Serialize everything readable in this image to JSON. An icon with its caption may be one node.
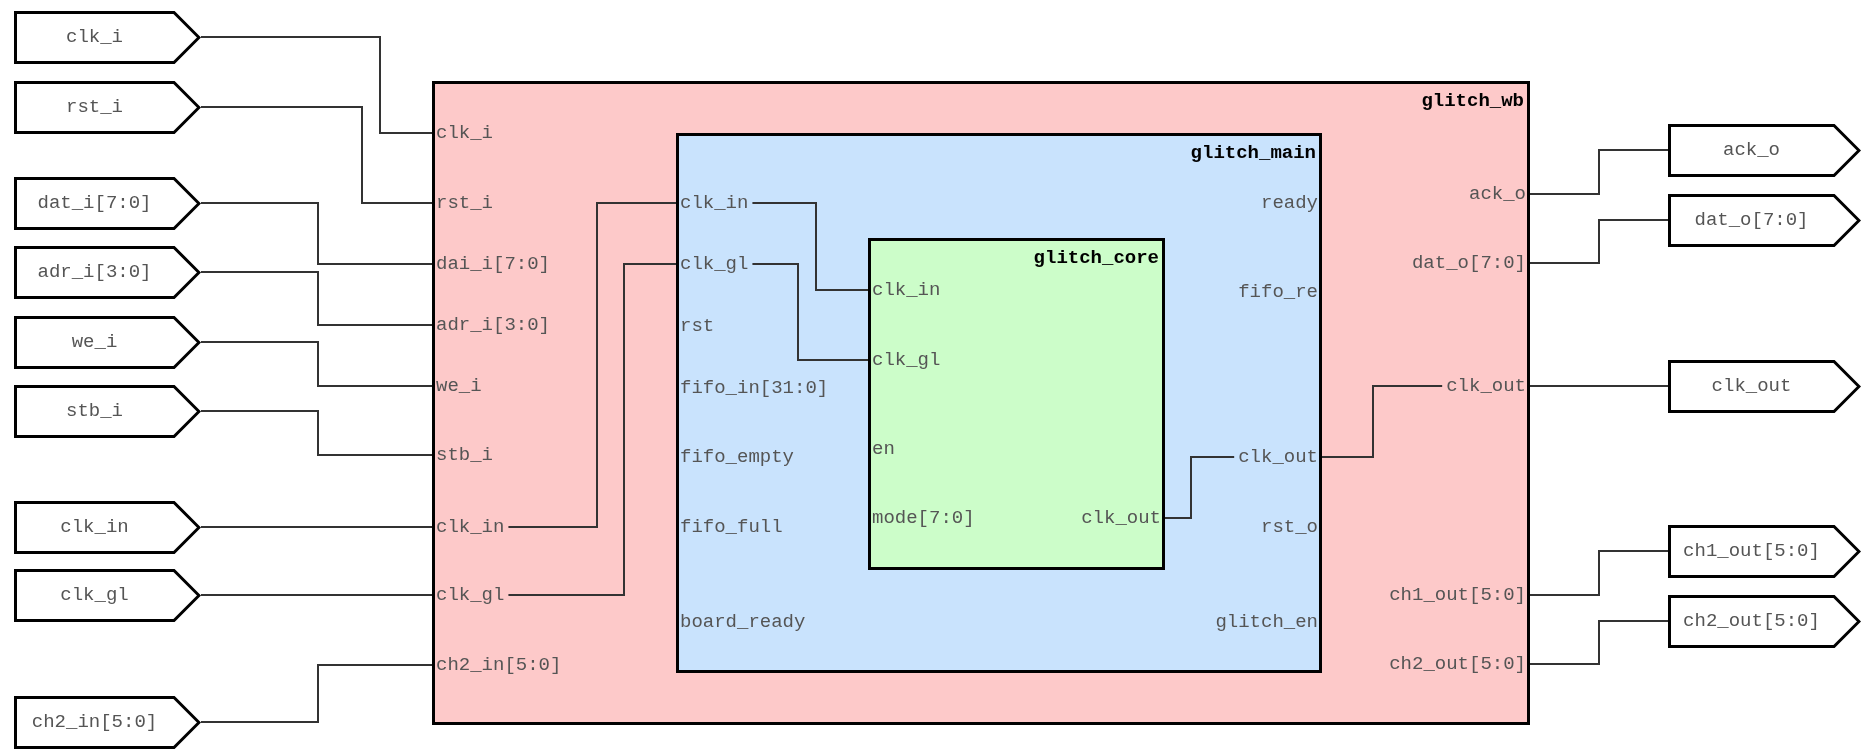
{
  "diagram": {
    "nodes": [
      {
        "text": [
          "clk_i"
        ]
      },
      {
        "text": [
          "rst_i"
        ]
      },
      {
        "text": [
          "dat_i[7:0]"
        ]
      },
      {
        "text": [
          "adr_i[3:0]"
        ]
      },
      {
        "text": [
          "we_i"
        ]
      },
      {
        "text": [
          "stb_i"
        ]
      },
      {
        "text": [
          "clk_in"
        ]
      },
      {
        "text": [
          "clk_gl"
        ]
      },
      {
        "text": [
          "ch2_in[5:0]"
        ]
      },
      {
        "text": [
          "glitch_wb"
        ]
      },
      {
        "text": [
          "clk_i"
        ],
        "in": 9
      },
      {
        "text": [
          "rst_i"
        ],
        "in": 9
      },
      {
        "text": [
          "dai_i[7:0]"
        ],
        "in": 9
      },
      {
        "text": [
          "adr_i[3:0]"
        ],
        "in": 9
      },
      {
        "text": [
          "we_i"
        ],
        "in": 9
      },
      {
        "text": [
          "stb_i"
        ],
        "in": 9
      },
      {
        "text": [
          "clk_in"
        ],
        "in": 9
      },
      {
        "text": [
          "clk_gl"
        ],
        "in": 9
      },
      {
        "text": [
          "ch2_in[5:0]"
        ],
        "in": 9
      },
      {
        "text": [
          "ack_o"
        ],
        "in": 9
      },
      {
        "text": [
          "dat_o[7:0]"
        ],
        "in": 9
      },
      {
        "text": [
          "clk_out"
        ],
        "in": 9
      },
      {
        "text": [
          "ch1_out[5:0]"
        ],
        "in": 9
      },
      {
        "text": [
          "ch2_out[5:0]"
        ],
        "in": 9
      },
      {
        "text": [
          "glitch_main"
        ],
        "in": 9
      },
      {
        "text": [
          "clk_in"
        ],
        "in": 24
      },
      {
        "text": [
          "clk_gl"
        ],
        "in": 24
      },
      {
        "text": [
          "clk_out"
        ],
        "in": 24
      },
      {
        "text": [
          "glitch_core"
        ],
        "in": 24
      },
      {
        "text": [
          "clk_in"
        ],
        "in": 28
      },
      {
        "text": [
          "clk_gl"
        ],
        "in": 28
      },
      {
        "text": [
          "clk_out"
        ],
        "in": 28
      },
      {
        "text": [
          "ack_o"
        ]
      },
      {
        "text": [
          "dat_o[7:0]"
        ]
      },
      {
        "text": [
          "clk_out"
        ]
      },
      {
        "text": [
          "ch1_out[5:0]"
        ]
      },
      {
        "text": [
          "ch2_out[5:0]"
        ]
      }
    ],
    "edges": [
      {
        "from": 0,
        "to": 10,
        "arrow": "none"
      },
      {
        "from": 1,
        "to": 11,
        "arrow": "none"
      },
      {
        "from": 2,
        "to": 12,
        "arrow": "none"
      },
      {
        "from": 3,
        "to": 13,
        "arrow": "none"
      },
      {
        "from": 4,
        "to": 14,
        "arrow": "none"
      },
      {
        "from": 5,
        "to": 15,
        "arrow": "none"
      },
      {
        "from": 6,
        "to": 16,
        "arrow": "none"
      },
      {
        "from": 7,
        "to": 17,
        "arrow": "none"
      },
      {
        "from": 8,
        "to": 18,
        "arrow": "none"
      },
      {
        "from": 16,
        "to": 25,
        "arrow": "none"
      },
      {
        "from": 17,
        "to": 26,
        "arrow": "none"
      },
      {
        "from": 25,
        "to": 29,
        "arrow": "none"
      },
      {
        "from": 26,
        "to": 30,
        "arrow": "none"
      },
      {
        "from": 31,
        "to": 27,
        "arrow": "none"
      },
      {
        "from": 27,
        "to": 21,
        "arrow": "none"
      },
      {
        "from": 19,
        "to": 32,
        "arrow": "none"
      },
      {
        "from": 20,
        "to": 33,
        "arrow": "none"
      },
      {
        "from": 21,
        "to": 34,
        "arrow": "none"
      },
      {
        "from": 22,
        "to": 35,
        "arrow": "none"
      },
      {
        "from": 23,
        "to": 36,
        "arrow": "none"
      }
    ],
    "labels": [
      "ready",
      "rst",
      "fifo_re",
      "fifo_in[31:0]",
      "fifo_empty",
      "en",
      "mode[7:0]",
      "fifo_full",
      "rst_o",
      "board_ready",
      "glitch_en"
    ]
  }
}
